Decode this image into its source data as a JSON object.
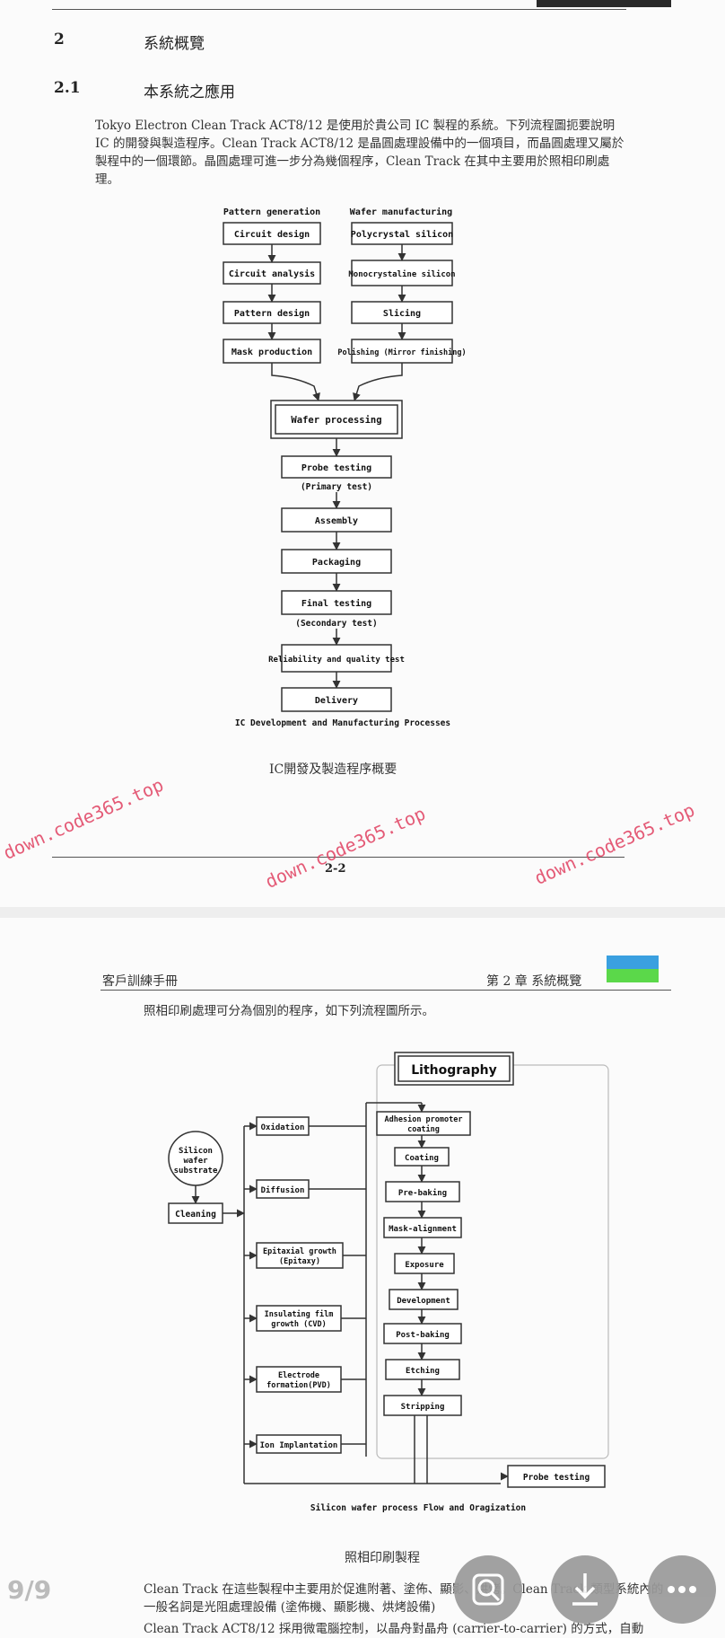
{
  "page1": {
    "section": {
      "number": "2",
      "title": "系統概覽"
    },
    "subsection": {
      "number": "2.1",
      "title": "本系統之應用"
    },
    "intro": "Tokyo Electron Clean Track ACT8/12 是使用於貴公司 IC 製程的系統。下列流程圖扼要說明 IC 的開發與製造程序。Clean Track ACT8/12 是晶圓處理設備中的一個項目，而晶圓處理又屬於製程中的一個環節。晶圓處理可進一步分為幾個程序，Clean Track 在其中主要用於照相印刷處理。",
    "flowchart": {
      "col1_header": "Pattern generation",
      "col1": [
        "Circuit design",
        "Circuit analysis",
        "Pattern design",
        "Mask production"
      ],
      "col2_header": "Wafer manufacturing",
      "col2": [
        "Polycrystal silicon",
        "Monocrystaline silicon",
        "Slicing",
        "Polishing (Mirror finishing)"
      ],
      "center": "Wafer processing",
      "chain": [
        {
          "label": "Probe testing",
          "note": "(Primary test)"
        },
        {
          "label": "Assembly",
          "note": ""
        },
        {
          "label": "Packaging",
          "note": ""
        },
        {
          "label": "Final testing",
          "note": "(Secondary test)"
        },
        {
          "label": "Reliability and quality test",
          "note": ""
        },
        {
          "label": "Delivery",
          "note": ""
        }
      ],
      "title": "IC Development and Manufacturing Processes"
    },
    "caption": "IC開發及製造程序概要",
    "page_number": "2-2"
  },
  "watermark": "down.code365.top",
  "page2": {
    "header_left": "客戶訓練手冊",
    "header_right": "第 2 章 系統概覽",
    "intro": "照相印刷處理可分為個別的程序，如下列流程圖所示。",
    "flowchart": {
      "lithography": "Lithography",
      "substrate": "Silicon wafer substrate",
      "cleaning": "Cleaning",
      "processes": [
        "Oxidation",
        "Diffusion",
        "Epitaxial growth (Epitaxy)",
        "Insulating film growth (CVD)",
        "Electrode formation(PVD)",
        "Ion Implantation"
      ],
      "litho_steps": [
        "Adhesion promoter coating",
        "Coating",
        "Pre-baking",
        "Mask-alignment",
        "Exposure",
        "Development",
        "Post-baking",
        "Etching",
        "Stripping"
      ],
      "probe": "Probe testing",
      "title": "Silicon wafer process Flow and Oragization"
    },
    "caption": "照相印刷製程",
    "body1": "Clean Track 在這些製程中主要用於促進附著、塗佈、顯影、烘烤。Clean Track 類型系統內的一般名詞是光阻處理設備 (塗佈機、顯影機、烘烤設備)",
    "body2": "Clean Track ACT8/12 採用微電腦控制，以晶舟對晶舟 (carrier-to-carrier) 的方式，自動"
  },
  "viewer": {
    "counter": "9/9",
    "icons": [
      "search-icon",
      "download-icon",
      "more-icon"
    ]
  }
}
